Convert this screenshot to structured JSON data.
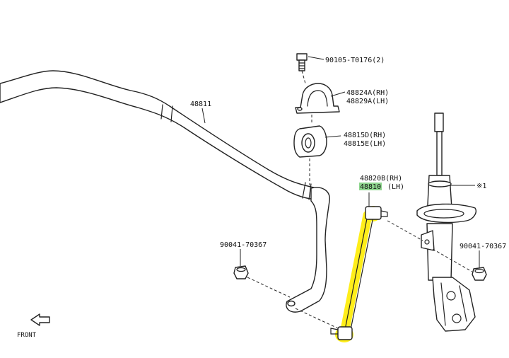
{
  "parts": {
    "bolt": {
      "number": "90105-T0176(2)"
    },
    "bracket": {
      "rh": "48824A(RH)",
      "lh": "48829A(LH)"
    },
    "bushing": {
      "rh": "48815D(RH)",
      "lh": "48815E(LH)"
    },
    "stabilizer_bar": {
      "number": "48811"
    },
    "link": {
      "rh": "48820B(RH)",
      "lh_number": "48810",
      "lh_suffix": "(LH)"
    },
    "strut": {
      "ref": "※1"
    },
    "nut_left": {
      "number": "90041-70367"
    },
    "nut_right": {
      "number": "90041-70367"
    }
  },
  "direction": {
    "front_label": "FRONT"
  },
  "colors": {
    "link_highlight": "#ffee1a",
    "part_number_highlight": "#8fd68f",
    "line": "#222222"
  }
}
